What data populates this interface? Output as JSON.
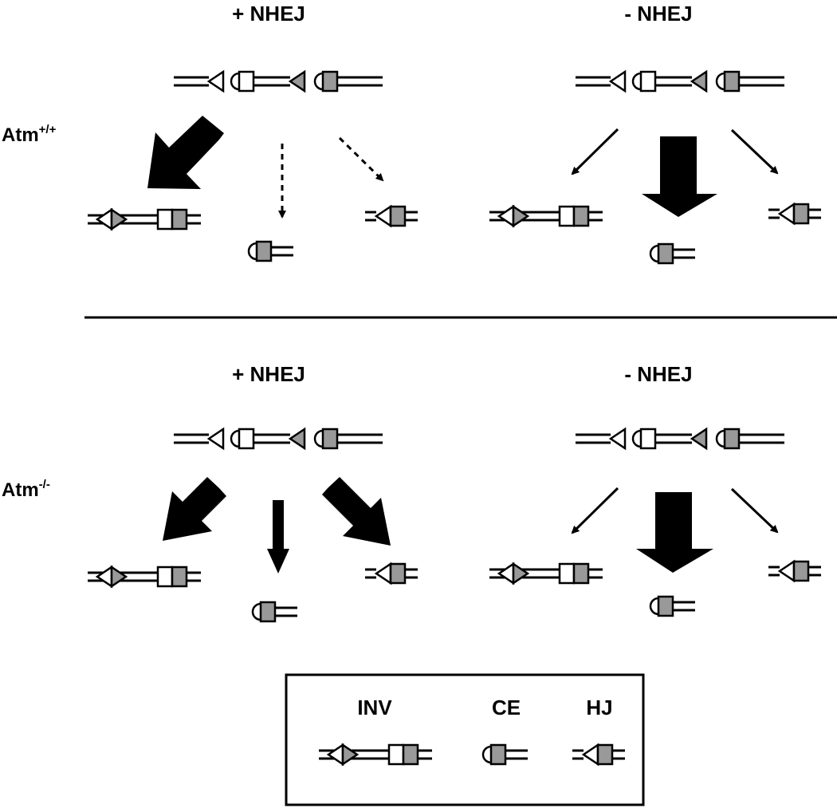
{
  "top_panel": {
    "condition_left": "+ NHEJ",
    "condition_right": "- NHEJ",
    "genotype_base": "Atm",
    "genotype_sup": "+/+"
  },
  "bottom_panel": {
    "condition_left": "+ NHEJ",
    "condition_right": "- NHEJ",
    "genotype_base": "Atm",
    "genotype_sup": "-/-"
  },
  "legend": {
    "inv_label": "INV",
    "ce_label": "CE",
    "hj_label": "HJ"
  },
  "colors": {
    "line": "#000000",
    "fill_gray": "#999999",
    "fill_white": "#ffffff",
    "arrow": "#000000"
  }
}
